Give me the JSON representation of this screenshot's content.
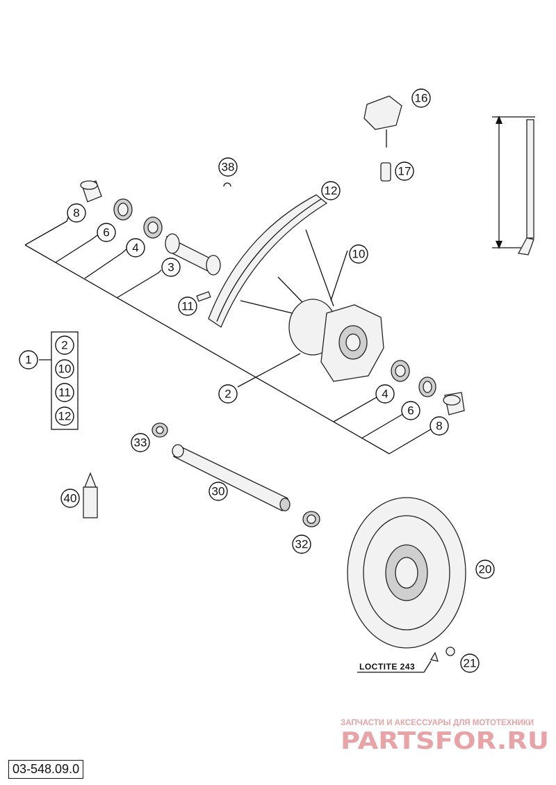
{
  "diagram": {
    "callouts": [
      {
        "id": "c16",
        "label": "16"
      },
      {
        "id": "c17",
        "label": "17"
      },
      {
        "id": "c38",
        "label": "38"
      },
      {
        "id": "c12a",
        "label": "12"
      },
      {
        "id": "c10a",
        "label": "10"
      },
      {
        "id": "c8a",
        "label": "8"
      },
      {
        "id": "c6a",
        "label": "6"
      },
      {
        "id": "c4a",
        "label": "4"
      },
      {
        "id": "c3",
        "label": "3"
      },
      {
        "id": "c11a",
        "label": "11"
      },
      {
        "id": "c1",
        "label": "1"
      },
      {
        "id": "k2",
        "label": "2"
      },
      {
        "id": "k10",
        "label": "10"
      },
      {
        "id": "k11",
        "label": "11"
      },
      {
        "id": "k12",
        "label": "12"
      },
      {
        "id": "c2",
        "label": "2"
      },
      {
        "id": "c4b",
        "label": "4"
      },
      {
        "id": "c6b",
        "label": "6"
      },
      {
        "id": "c8b",
        "label": "8"
      },
      {
        "id": "c33",
        "label": "33"
      },
      {
        "id": "c30",
        "label": "30"
      },
      {
        "id": "c40",
        "label": "40"
      },
      {
        "id": "c32",
        "label": "32"
      },
      {
        "id": "c20",
        "label": "20"
      },
      {
        "id": "c21",
        "label": "21"
      }
    ],
    "note_loctite": "LOCTITE 243",
    "document_code": "03-548.09.0"
  },
  "watermark": {
    "caption": "ЗАПЧАСТИ И АКСЕССУАРЫ ДЛЯ МОТОТЕХНИКИ",
    "logo_text": "PARTSFOR.RU",
    "color": "#e8a3a7"
  }
}
